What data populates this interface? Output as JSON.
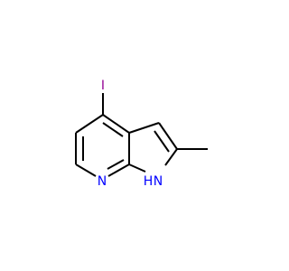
{
  "structure": {
    "atoms": {
      "iodine": "I",
      "pyridine_nitrogen": "N",
      "pyrrole_nitrogen_h": "H",
      "pyrrole_nitrogen": "N"
    },
    "colors": {
      "bond": "#000000",
      "iodine": "#940094",
      "nitrogen": "#0000ff"
    }
  }
}
